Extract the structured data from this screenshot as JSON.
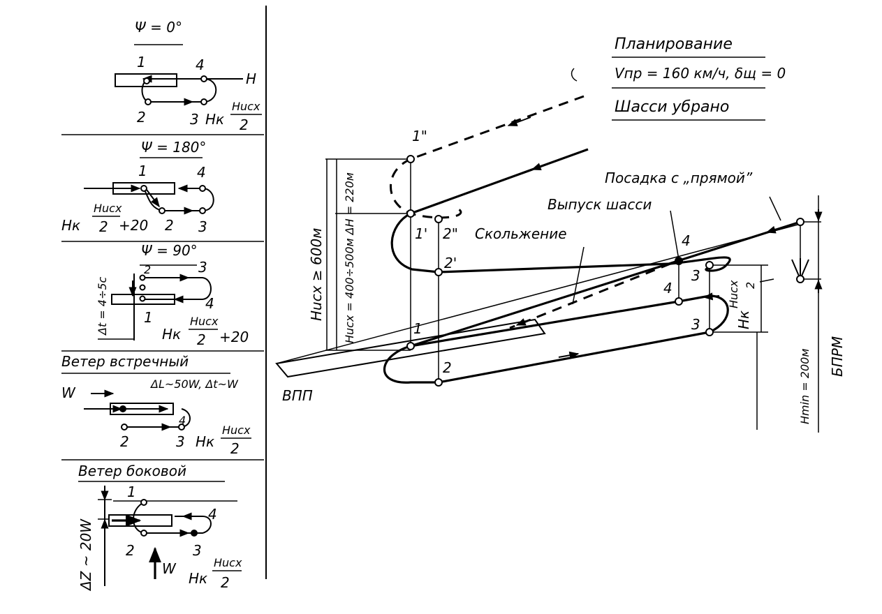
{
  "panels": {
    "psi0": {
      "title": "Ψ = 0°",
      "p1": "1",
      "p2": "2",
      "p3": "3",
      "p4": "4",
      "h": "H",
      "hk": "Hк",
      "frac_num": "Hucx",
      "frac_den": "2"
    },
    "psi180": {
      "title": "Ψ = 180°",
      "p1": "1",
      "p2": "2",
      "p3": "3",
      "p4": "4",
      "hk": "Hк",
      "frac_num": "Hucx",
      "frac_den": "2",
      "plus": "+20"
    },
    "psi90": {
      "title": "Ψ = 90°",
      "p1": "1",
      "p2": "2",
      "p3": "3",
      "p4": "4",
      "dt": "Δt = 4÷5c",
      "hk": "Hк",
      "frac_num": "Hucx",
      "frac_den": "2",
      "plus": "+20"
    },
    "headwind": {
      "title": "Ветер встречный",
      "subtitle": "ΔL~50W, Δt~W",
      "w": "W",
      "p2": "2",
      "p3": "3",
      "p4": "4",
      "hk": "Hк",
      "frac_num": "Hucx",
      "frac_den": "2"
    },
    "crosswind": {
      "title": "Ветер боковой",
      "p1": "1",
      "p2": "2",
      "p3": "3",
      "p4": "4",
      "dz": "ΔZ ~ 20W",
      "w": "W",
      "hk": "Hк",
      "frac_num": "Hucx",
      "frac_den": "2"
    }
  },
  "main": {
    "header_line1": "Планирование",
    "header_line2": "Vпр = 160 км/ч, δщ = 0",
    "header_line3": "Шасси убрано",
    "landing": "Посадка с „прямой”",
    "gear_ext": "Выпуск шасси",
    "slip": "Скольжение",
    "runway": "ВПП",
    "h_init": "Hucx ≥ 600м",
    "h_init_range": "Hucx = 400÷500м ΔH = 220м",
    "h_min": "Hmin = 200м",
    "bprm": "БПРМ",
    "hk_side": "Hк",
    "frac_num": "Hucx",
    "frac_den": "2",
    "pt_1pp": "1\"",
    "pt_1p": "1'",
    "pt_2pp": "2\"",
    "pt_2p": "2'",
    "pt_1": "1",
    "pt_2": "2",
    "pt_3": "3",
    "pt_3b": "3",
    "pt_4": "4",
    "pt_4b": "4"
  }
}
